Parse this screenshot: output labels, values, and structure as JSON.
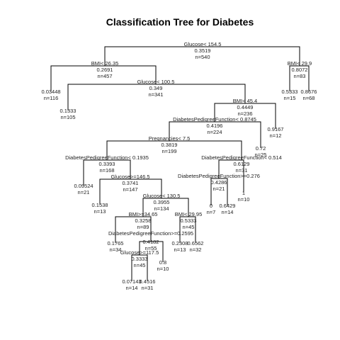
{
  "title": "Classification Tree for Diabetes",
  "nodes": [
    {
      "id": "root",
      "split": "Glucose< 154.5",
      "value": "0.3519",
      "n": "n=540"
    },
    {
      "id": "n_bmi26",
      "split": "BMI< 26.35",
      "value": "0.2691",
      "n": "n=457"
    },
    {
      "id": "n_bmi29",
      "split": "BMI< 29.9",
      "value": "0.8072",
      "n": "n=83"
    },
    {
      "id": "leaf_03448",
      "value": "0.03448",
      "n": "n=116"
    },
    {
      "id": "n_glu100",
      "split": "Glucose< 100.5",
      "value": "0.349",
      "n": "n=341"
    },
    {
      "id": "leaf_05333",
      "value": "0.5333",
      "n": "n=15"
    },
    {
      "id": "leaf_08676",
      "value": "0.8676",
      "n": "n=68"
    },
    {
      "id": "leaf_01333",
      "value": "0.1333",
      "n": "n=105"
    },
    {
      "id": "n_bmi45",
      "split": "BMI< 45.4",
      "value": "0.4449",
      "n": "n=236"
    },
    {
      "id": "n_dpf08745",
      "split": "DiabetesPedigreeFunction< 0.8745",
      "value": "0.4196",
      "n": "n=224"
    },
    {
      "id": "leaf_09167",
      "value": "0.9167",
      "n": "n=12"
    },
    {
      "id": "n_preg75",
      "split": "Pregnancies< 7.5",
      "value": "0.3819",
      "n": "n=199"
    },
    {
      "id": "leaf_072",
      "value": "0.72",
      "n": "n=25"
    },
    {
      "id": "n_dpf01935",
      "split": "DiabetesPedigreeFunction< 0.1935",
      "value": "0.3393",
      "n": "n=168"
    },
    {
      "id": "n_dpf0514",
      "split": "DiabetesPedigreeFunction< 0.514",
      "value": "0.6129",
      "n": "n=31"
    },
    {
      "id": "leaf_009524",
      "value": "0.09524",
      "n": "n=21"
    },
    {
      "id": "n_glu1465",
      "split": "Glucose>=146.5",
      "value": "0.3741",
      "n": "n=147"
    },
    {
      "id": "n_dpf0276",
      "split": "DiabetesPedigreeFunction>=0.276",
      "value": "0.4286",
      "n": "n=21"
    },
    {
      "id": "leaf_1",
      "value": "1",
      "n": "n=10"
    },
    {
      "id": "leaf_01538",
      "value": "0.1538",
      "n": "n=13"
    },
    {
      "id": "n_glu1305",
      "split": "Glucose< 130.5",
      "value": "0.3955",
      "n": "n=134"
    },
    {
      "id": "leaf_0",
      "value": "0",
      "n": "n=7"
    },
    {
      "id": "leaf_06429",
      "value": "0.6429",
      "n": "n=14"
    },
    {
      "id": "n_bmi3465",
      "split": "BMI>=34.65",
      "value": "0.3258",
      "n": "n=89"
    },
    {
      "id": "n_bmi2995",
      "split": "BMI< 29.95",
      "value": "0.5333",
      "n": "n=45"
    },
    {
      "id": "n_dpf02595",
      "split": "DiabetesPedigreeFunction>=0.2595",
      "value": "",
      "n": ""
    },
    {
      "id": "leaf_01765",
      "value": "0.1765",
      "n": "n=34"
    },
    {
      "id": "n_04182",
      "value": "0.4182",
      "n": "n=55"
    },
    {
      "id": "leaf_02308",
      "value": "0.2308",
      "n": "n=13"
    },
    {
      "id": "leaf_06562",
      "value": "0.6562",
      "n": "n=32"
    },
    {
      "id": "n_glu1175",
      "split": "Glucose>=117.5",
      "value": "0.3333",
      "n": "n=45"
    },
    {
      "id": "leaf_08",
      "value": "0.8",
      "n": "n=10"
    },
    {
      "id": "leaf_007143",
      "value": "0.07143",
      "n": "n=14"
    },
    {
      "id": "leaf_04516",
      "value": "0.4516",
      "n": "n=31"
    }
  ]
}
